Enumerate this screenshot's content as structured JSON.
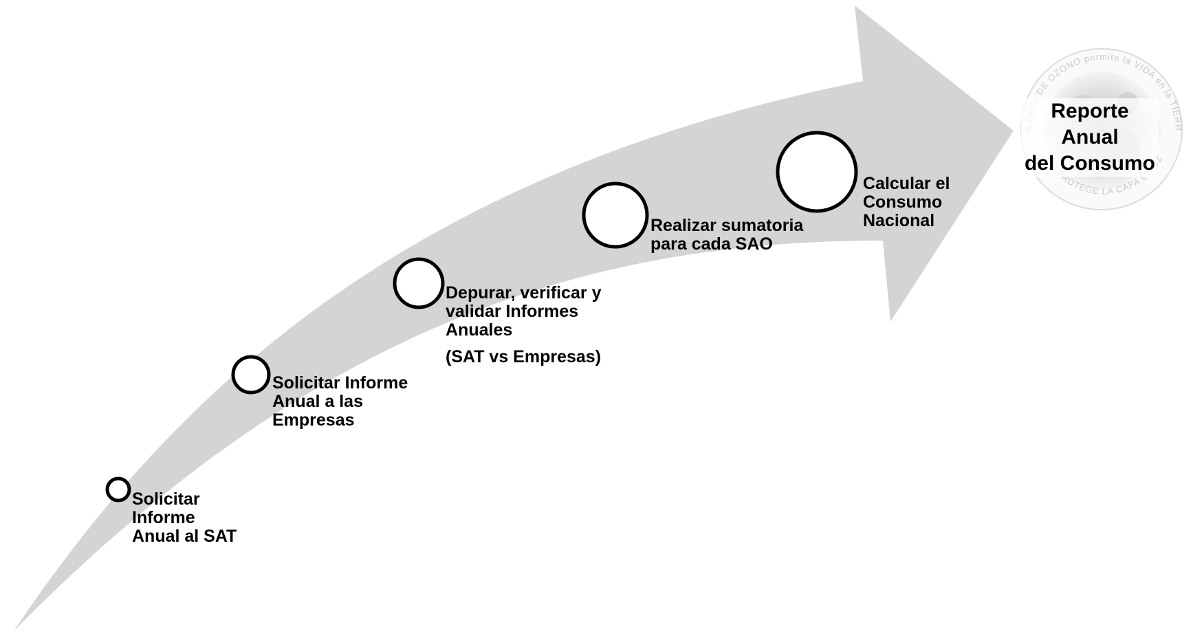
{
  "arrow": {
    "color": "#d4d4d4"
  },
  "seal": {
    "top_text": "LA CAPA DE OZONO permite la VIDA en la TIERRA",
    "bottom_text": "MÉXICO PROTEGE LA CAPA DE OZONO"
  },
  "goal": {
    "line1": "Reporte Anual",
    "line2": "del Consumo"
  },
  "steps": [
    {
      "id": "step1",
      "lines": [
        "Solicitar",
        "Informe",
        "Anual al SAT"
      ]
    },
    {
      "id": "step2",
      "lines": [
        "Solicitar Informe",
        "Anual a las",
        "Empresas"
      ]
    },
    {
      "id": "step3",
      "lines": [
        "Depurar, verificar y",
        "validar Informes",
        "Anuales"
      ],
      "note": "(SAT vs Empresas)"
    },
    {
      "id": "step4",
      "lines": [
        "Realizar sumatoria",
        "para cada SAO"
      ]
    },
    {
      "id": "step5",
      "lines": [
        "Calcular el",
        "Consumo",
        "Nacional"
      ]
    }
  ]
}
